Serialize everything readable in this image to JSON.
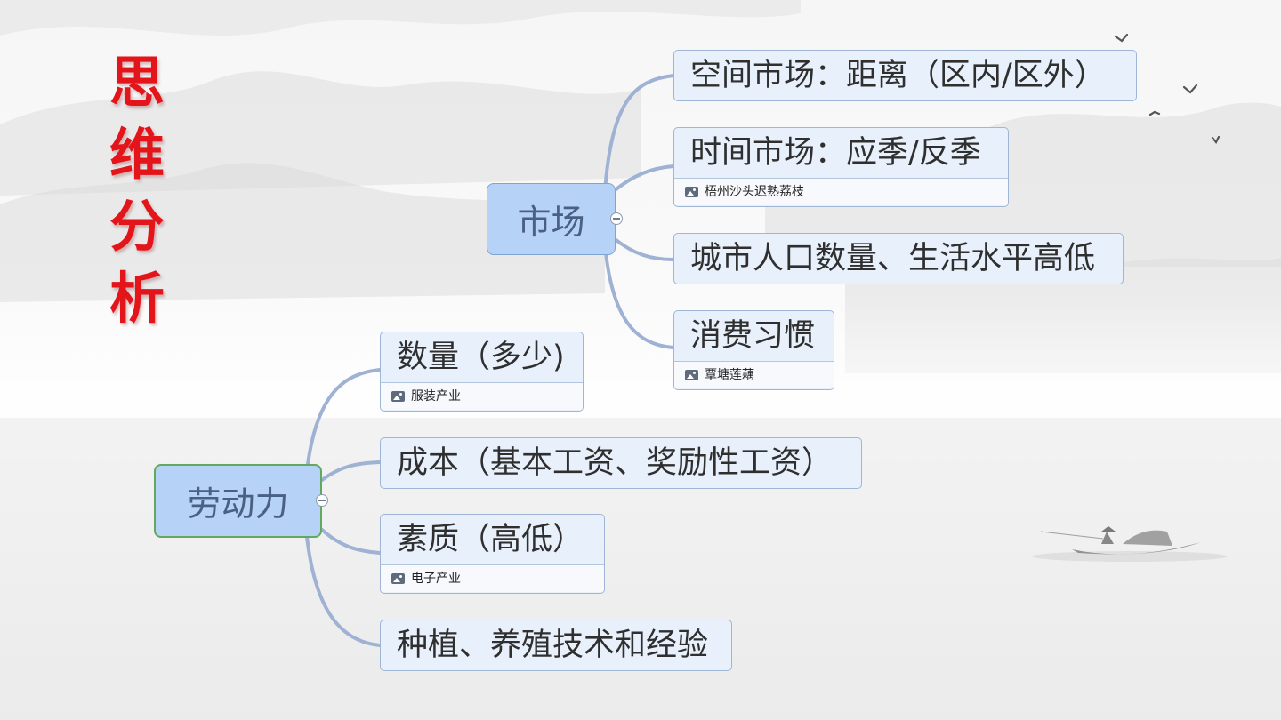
{
  "title_chars": [
    "思",
    "维",
    "分",
    "析"
  ],
  "market": {
    "label": "市场",
    "topics": [
      {
        "label": "空间市场：距离（区内/区外）"
      },
      {
        "label": "时间市场：应季/反季",
        "attachment": "梧州沙头迟熟荔枝"
      },
      {
        "label": "城市人口数量、生活水平高低"
      },
      {
        "label": "消费习惯",
        "attachment": "覃塘莲藕"
      }
    ]
  },
  "labor": {
    "label": "劳动力",
    "topics": [
      {
        "label": "数量（多少)",
        "attachment": "服装产业"
      },
      {
        "label": "成本（基本工资、奖励性工资）"
      },
      {
        "label": "素质（高低）",
        "attachment": "电子产业"
      },
      {
        "label": "种植、养殖技术和经验"
      }
    ]
  },
  "colors": {
    "title": "#e3141a",
    "market_fill": "#b6d2f6",
    "labor_fill": "#b6d2f6",
    "labor_border": "#62a85e",
    "connector": "#9fb2d4"
  }
}
